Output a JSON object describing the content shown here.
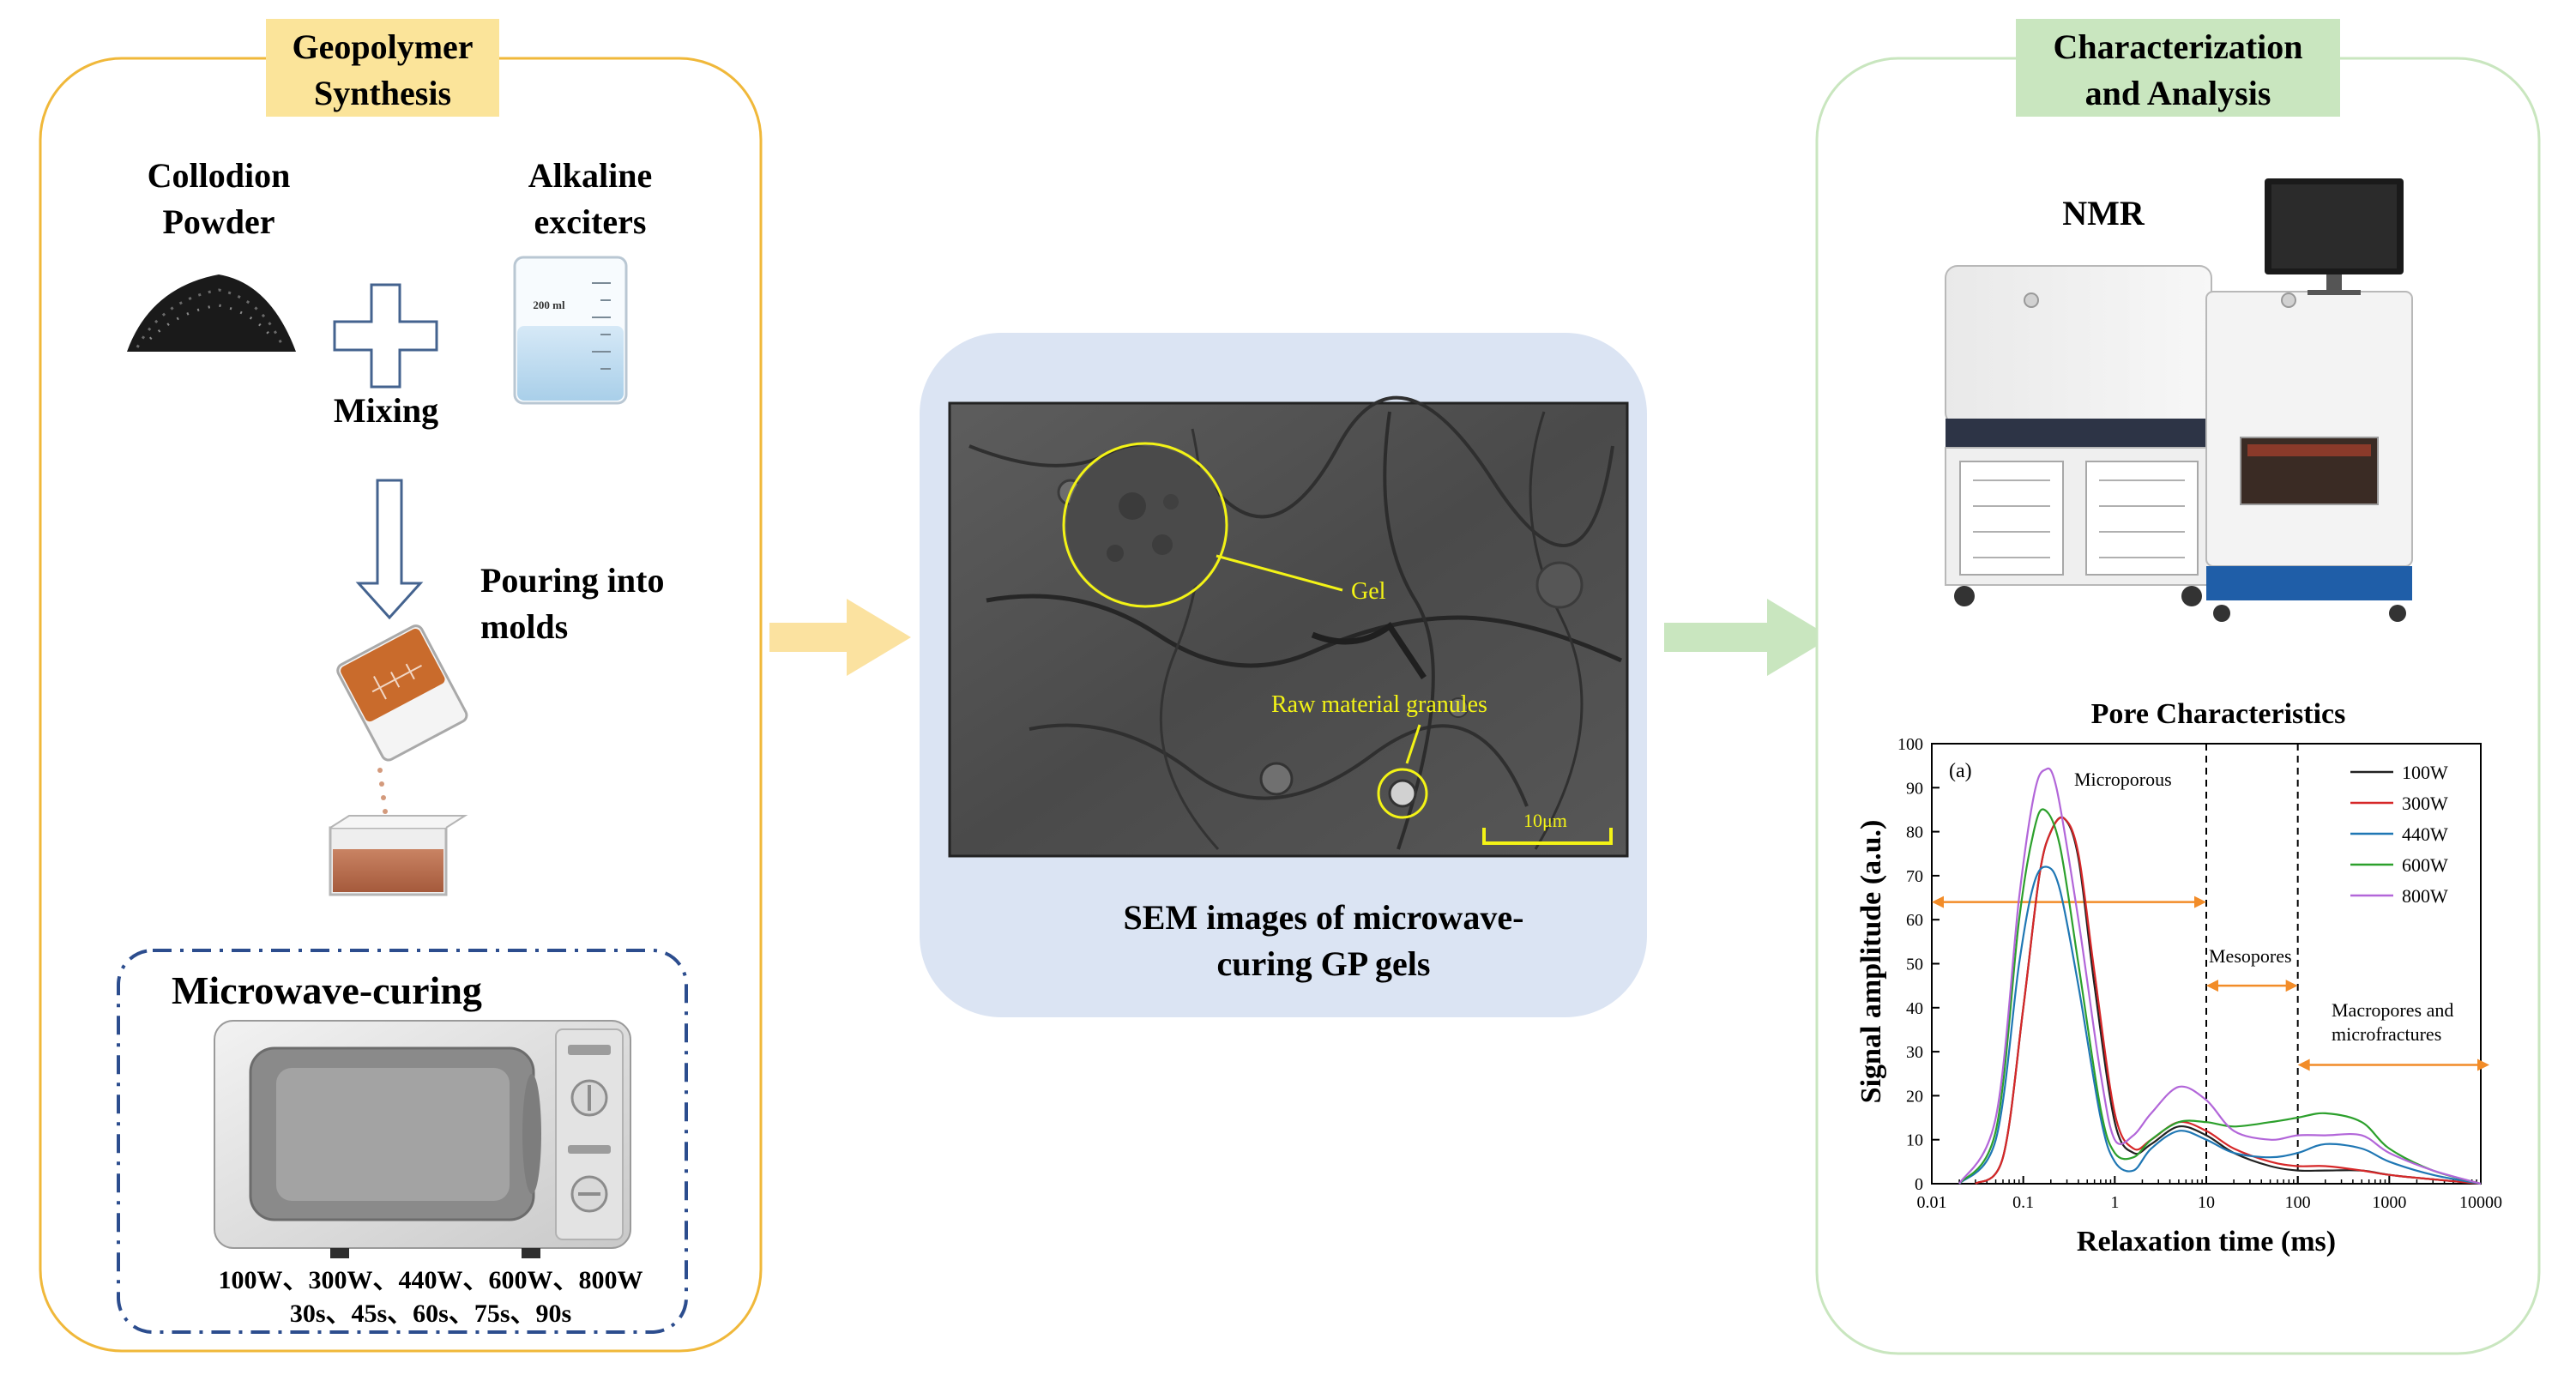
{
  "synthesis": {
    "title_line1": "Geopolymer",
    "title_line2": "Synthesis",
    "powder_line1": "Collodion",
    "powder_line2": "Powder",
    "alkaline_line1": "Alkaline",
    "alkaline_line2": "exciters",
    "beaker_label": "200 ml",
    "mixing": "Mixing",
    "pouring_line1": "Pouring into",
    "pouring_line2": "molds",
    "curing_title": "Microwave-curing",
    "powers": "100W、300W、440W、600W、800W",
    "times": "30s、45s、60s、75s、90s"
  },
  "sem": {
    "gel_label": "Gel",
    "granules_label": "Raw material granules",
    "scale_label": "10μm",
    "caption_line1": "SEM images of microwave-",
    "caption_line2": "curing GP gels"
  },
  "analysis": {
    "title_line1": "Characterization",
    "title_line2": "and Analysis",
    "nmr_label": "NMR"
  },
  "chart_data": {
    "type": "line",
    "title": "Pore Characteristics",
    "panel_label": "(a)",
    "xlabel": "Relaxation time (ms)",
    "ylabel": "Signal amplitude (a.u.)",
    "xscale": "log",
    "xlim": [
      0.01,
      10000
    ],
    "ylim": [
      0,
      100
    ],
    "xticks": [
      "0.01",
      "0.1",
      "1",
      "10",
      "100",
      "1000",
      "10000"
    ],
    "yticks": [
      "0",
      "10",
      "20",
      "30",
      "40",
      "50",
      "60",
      "70",
      "80",
      "90",
      "100"
    ],
    "legend_position": "top-right",
    "annotations": {
      "micro": "Microporous",
      "meso": "Mesopores",
      "macro_line1": "Macropores and",
      "macro_line2": "microfractures"
    },
    "dividers": [
      10,
      100
    ],
    "series": [
      {
        "name": "100W",
        "color": "#222222",
        "points": [
          [
            0.03,
            0
          ],
          [
            0.06,
            6
          ],
          [
            0.1,
            40
          ],
          [
            0.15,
            70
          ],
          [
            0.2,
            80
          ],
          [
            0.28,
            83
          ],
          [
            0.4,
            74
          ],
          [
            0.6,
            45
          ],
          [
            1,
            14
          ],
          [
            1.6,
            7
          ],
          [
            2.5,
            9
          ],
          [
            5,
            13
          ],
          [
            10,
            11
          ],
          [
            20,
            7
          ],
          [
            50,
            4
          ],
          [
            100,
            3
          ],
          [
            200,
            3
          ],
          [
            500,
            3
          ],
          [
            1000,
            2
          ],
          [
            3000,
            1
          ],
          [
            10000,
            0
          ]
        ]
      },
      {
        "name": "300W",
        "color": "#d62728",
        "points": [
          [
            0.03,
            0
          ],
          [
            0.06,
            6
          ],
          [
            0.1,
            40
          ],
          [
            0.15,
            70
          ],
          [
            0.2,
            80
          ],
          [
            0.28,
            83
          ],
          [
            0.4,
            75
          ],
          [
            0.6,
            48
          ],
          [
            1,
            16
          ],
          [
            1.6,
            8
          ],
          [
            2.5,
            10
          ],
          [
            5,
            14
          ],
          [
            10,
            12
          ],
          [
            20,
            8
          ],
          [
            50,
            5
          ],
          [
            100,
            4
          ],
          [
            200,
            4
          ],
          [
            500,
            3
          ],
          [
            1000,
            2
          ],
          [
            3000,
            1
          ],
          [
            10000,
            0
          ]
        ]
      },
      {
        "name": "440W",
        "color": "#1f77b4",
        "points": [
          [
            0.02,
            0
          ],
          [
            0.05,
            10
          ],
          [
            0.09,
            50
          ],
          [
            0.13,
            68
          ],
          [
            0.18,
            72
          ],
          [
            0.25,
            67
          ],
          [
            0.4,
            45
          ],
          [
            0.7,
            15
          ],
          [
            1,
            5
          ],
          [
            1.6,
            3
          ],
          [
            2.5,
            8
          ],
          [
            5,
            12
          ],
          [
            10,
            10
          ],
          [
            20,
            7
          ],
          [
            50,
            6
          ],
          [
            100,
            7
          ],
          [
            200,
            9
          ],
          [
            500,
            8
          ],
          [
            1000,
            5
          ],
          [
            3000,
            2
          ],
          [
            10000,
            0
          ]
        ]
      },
      {
        "name": "600W",
        "color": "#2ca02c",
        "points": [
          [
            0.02,
            0
          ],
          [
            0.05,
            12
          ],
          [
            0.09,
            60
          ],
          [
            0.13,
            80
          ],
          [
            0.17,
            85
          ],
          [
            0.25,
            77
          ],
          [
            0.4,
            50
          ],
          [
            0.7,
            17
          ],
          [
            1,
            7
          ],
          [
            1.6,
            6
          ],
          [
            2.5,
            10
          ],
          [
            5,
            14
          ],
          [
            10,
            14
          ],
          [
            20,
            13
          ],
          [
            50,
            14
          ],
          [
            100,
            15
          ],
          [
            200,
            16
          ],
          [
            500,
            14
          ],
          [
            1000,
            8
          ],
          [
            3000,
            3
          ],
          [
            10000,
            0
          ]
        ]
      },
      {
        "name": "800W",
        "color": "#b266d9",
        "points": [
          [
            0.02,
            0
          ],
          [
            0.05,
            15
          ],
          [
            0.09,
            65
          ],
          [
            0.13,
            88
          ],
          [
            0.17,
            94
          ],
          [
            0.23,
            90
          ],
          [
            0.4,
            60
          ],
          [
            0.7,
            25
          ],
          [
            1,
            10
          ],
          [
            1.6,
            11
          ],
          [
            2.5,
            16
          ],
          [
            5,
            22
          ],
          [
            10,
            19
          ],
          [
            20,
            12
          ],
          [
            50,
            10
          ],
          [
            100,
            11
          ],
          [
            200,
            11
          ],
          [
            500,
            11
          ],
          [
            1000,
            7
          ],
          [
            3000,
            3
          ],
          [
            10000,
            0
          ]
        ]
      }
    ]
  }
}
